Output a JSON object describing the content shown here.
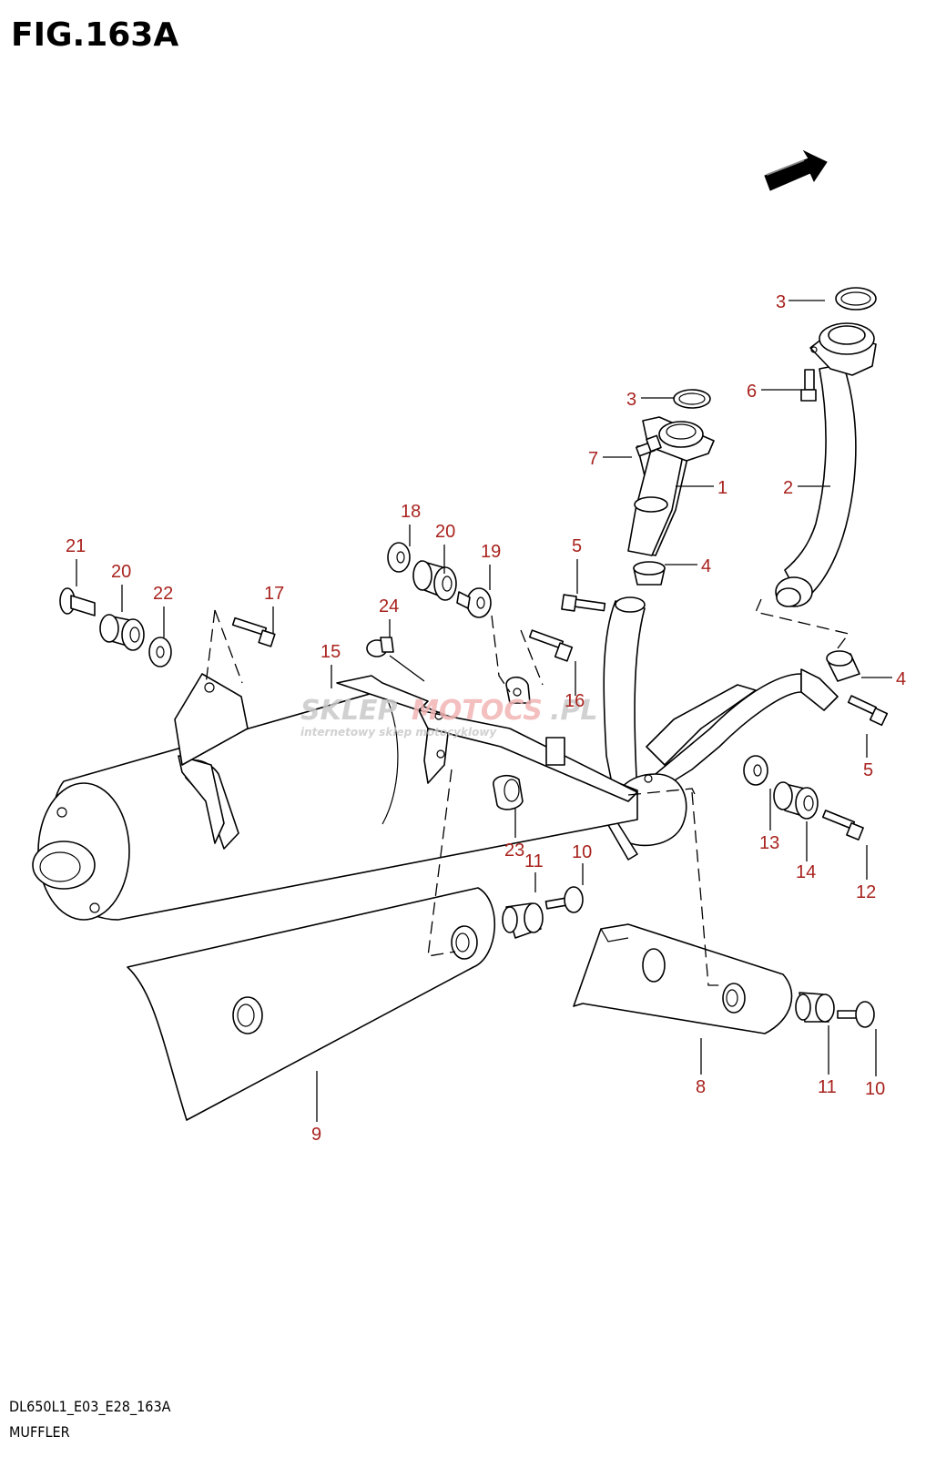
{
  "header": {
    "title": "FIG.163A"
  },
  "footer": {
    "code": "DL650L1_E03_E28_163A",
    "name": "MUFFLER"
  },
  "watermark": {
    "brand_left": "SKLEP",
    "brand_mid": "MOTOCS",
    "brand_right": ".PL",
    "tagline": "internetowy sklep motocyklowy"
  },
  "colors": {
    "callout": "#a8231e",
    "line": "#000000",
    "watermark": "#c9c9c9",
    "watermark_accent": "#f2b5b5"
  },
  "icons": {
    "direction_arrow": "front-direction-arrow-icon"
  },
  "callouts": [
    {
      "id": "c-3a",
      "label": "3"
    },
    {
      "id": "c-6",
      "label": "6"
    },
    {
      "id": "c-3b",
      "label": "3"
    },
    {
      "id": "c-7",
      "label": "7"
    },
    {
      "id": "c-1",
      "label": "1"
    },
    {
      "id": "c-2",
      "label": "2"
    },
    {
      "id": "c-18",
      "label": "18"
    },
    {
      "id": "c-20a",
      "label": "20"
    },
    {
      "id": "c-19",
      "label": "19"
    },
    {
      "id": "c-5a",
      "label": "5"
    },
    {
      "id": "c-4a",
      "label": "4"
    },
    {
      "id": "c-21",
      "label": "21"
    },
    {
      "id": "c-20b",
      "label": "20"
    },
    {
      "id": "c-22",
      "label": "22"
    },
    {
      "id": "c-17",
      "label": "17"
    },
    {
      "id": "c-24",
      "label": "24"
    },
    {
      "id": "c-15",
      "label": "15"
    },
    {
      "id": "c-16",
      "label": "16"
    },
    {
      "id": "c-4b",
      "label": "4"
    },
    {
      "id": "c-5b",
      "label": "5"
    },
    {
      "id": "c-23",
      "label": "23"
    },
    {
      "id": "c-13",
      "label": "13"
    },
    {
      "id": "c-14",
      "label": "14"
    },
    {
      "id": "c-12",
      "label": "12"
    },
    {
      "id": "c-11a",
      "label": "11"
    },
    {
      "id": "c-10a",
      "label": "10"
    },
    {
      "id": "c-8",
      "label": "8"
    },
    {
      "id": "c-11b",
      "label": "11"
    },
    {
      "id": "c-10b",
      "label": "10"
    },
    {
      "id": "c-9",
      "label": "9"
    }
  ]
}
